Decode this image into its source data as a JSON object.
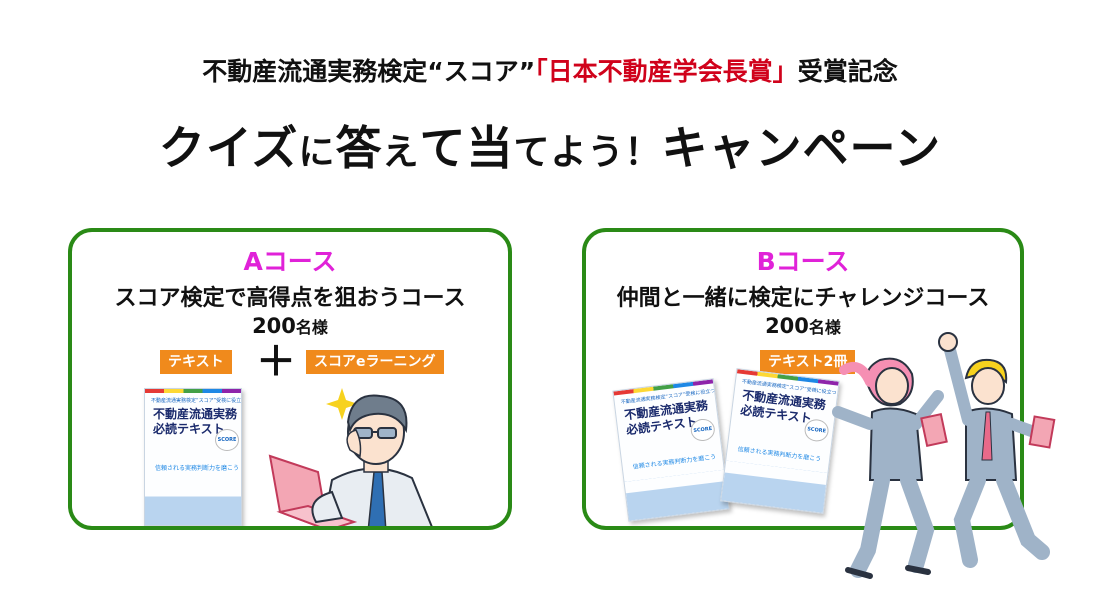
{
  "header": {
    "headline_prefix": "不動産流通実務検定“スコア”",
    "headline_award": "「日本不動産学会長賞」",
    "headline_suffix": "受賞記念",
    "campaign_big1": "クイズ",
    "campaign_small1": "に",
    "campaign_big2": "答",
    "campaign_small2": "え",
    "campaign_big3": "て",
    "campaign_big4": "当",
    "campaign_small3": "てよう！",
    "campaign_big5": "キャンペーン"
  },
  "course_a": {
    "label": "Aコース",
    "description": "スコア検定で高得点を狙おうコース",
    "count": "200",
    "count_unit": "名様",
    "tag_text": "テキスト",
    "plus": "＋",
    "tag_elearning": "スコアeラーニング"
  },
  "course_b": {
    "label": "Bコース",
    "description": "仲間と一緒に検定にチャレンジコース",
    "count": "200",
    "count_unit": "名様",
    "tag_text2": "テキスト2冊"
  },
  "book": {
    "small_title": "不動産流通実務検定“スコア”受検に役立つ",
    "title_line1": "不動産流通実務",
    "title_line2": "必読テキスト",
    "badge": "SCORE",
    "subtitle": "信頼される実務判断力を磨こう"
  },
  "colors": {
    "award_red": "#d0021b",
    "course_pink": "#e022d8",
    "card_green": "#2a8a16",
    "tag_orange": "#f08a1c"
  }
}
